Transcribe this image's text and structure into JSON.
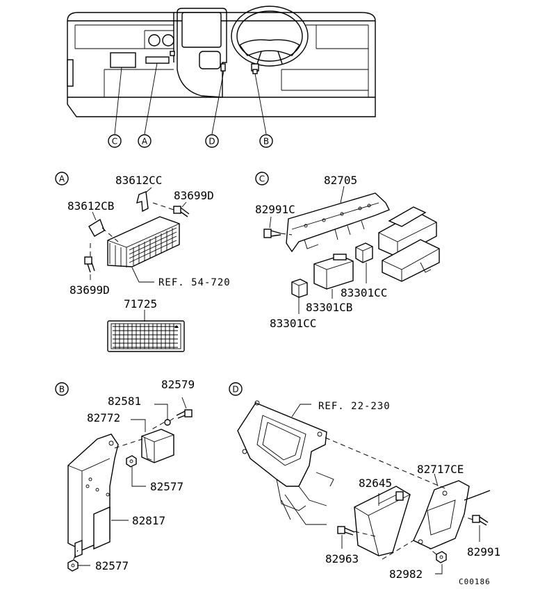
{
  "dashboard": {
    "callouts": {
      "c": "C",
      "a": "A",
      "d": "D",
      "b": "B"
    }
  },
  "section_a": {
    "marker": "A",
    "parts": {
      "p83612cc": "83612CC",
      "p83699d_top": "83699D",
      "p83612cb": "83612CB",
      "p83699d_bottom": "83699D",
      "ref": "REF. 54-720",
      "p71725": "71725"
    }
  },
  "section_c": {
    "marker": "C",
    "parts": {
      "p82705": "82705",
      "p82991c": "82991C",
      "p83301cc_right": "83301CC",
      "p83301cb": "83301CB",
      "p83301cc_left": "83301CC"
    }
  },
  "section_b": {
    "marker": "B",
    "parts": {
      "p82579": "82579",
      "p82581": "82581",
      "p82772": "82772",
      "p82577_top": "82577",
      "p82817": "82817",
      "p82577_bottom": "82577"
    }
  },
  "section_d": {
    "marker": "D",
    "parts": {
      "ref": "REF. 22-230",
      "p82717ce": "82717CE",
      "p82645": "82645",
      "p82991": "82991",
      "p82963": "82963",
      "p82982": "82982"
    }
  },
  "figure_code": "C00186"
}
